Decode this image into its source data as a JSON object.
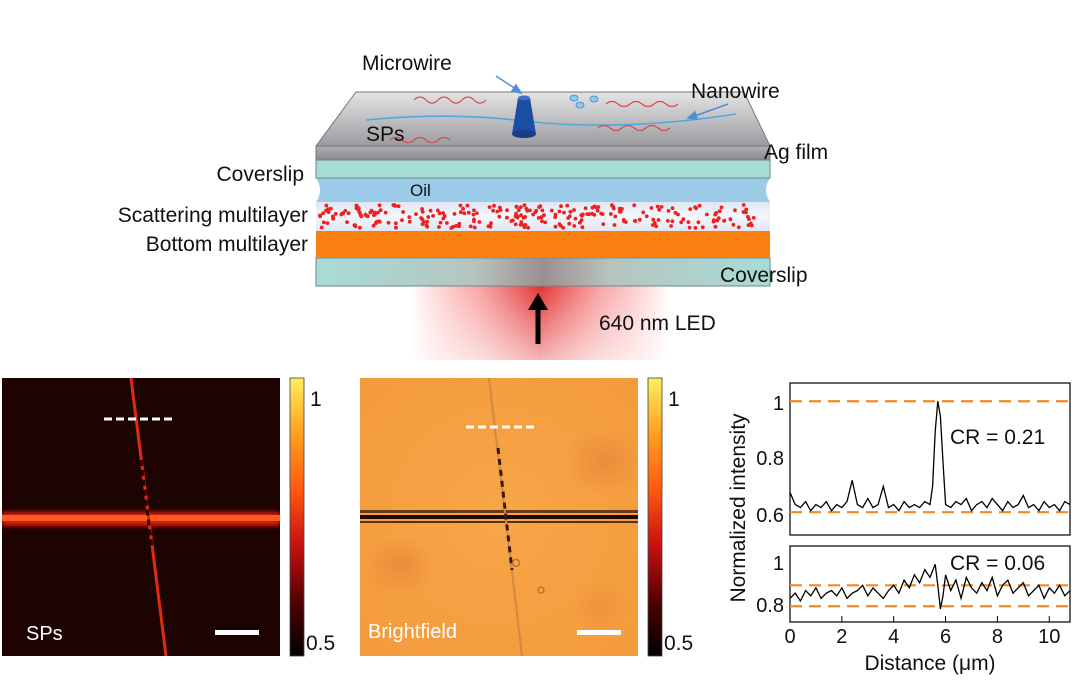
{
  "schematic": {
    "microwire_label": "Microwire",
    "nanowire_label": "Nanowire",
    "sps_label": "SPs",
    "ag_film_label": "Ag film",
    "coverslip_top_label": "Coverslip",
    "oil_label": "Oil",
    "scattering_label": "Scattering multilayer",
    "bottom_label": "Bottom multilayer",
    "coverslip_bottom_label": "Coverslip",
    "led_label": "640 nm LED",
    "colors": {
      "silver": "#b8b8ba",
      "coverslip": "#a8dcd6",
      "oil": "#9ccbe8",
      "scatter_dot": "#ee2020",
      "bottom_multilayer": "#f97f10",
      "led": "#e83030",
      "wire": "#1c4ea3"
    }
  },
  "panel_sps": {
    "label": "SPs",
    "colorbar_max": "1",
    "colorbar_min": "0.5"
  },
  "panel_brightfield": {
    "label": "Brightfield",
    "colorbar_max": "1",
    "colorbar_min": "0.5"
  },
  "plots": {
    "ylabel": "Normalized intensity",
    "xlabel": "Distance (μm)",
    "top_ticks_y": [
      "1",
      "0.8",
      "0.6"
    ],
    "bottom_ticks_y": [
      "1",
      "0.8"
    ],
    "ticks_x": [
      "0",
      "2",
      "4",
      "6",
      "8",
      "10"
    ],
    "top_annotation": "CR = 0.21",
    "bottom_annotation": "CR = 0.06"
  },
  "chart_data": [
    {
      "type": "line",
      "xlim": [
        0,
        10.8
      ],
      "ylim": [
        0.56,
        1.06
      ],
      "reference_lines": [
        1.0,
        0.635
      ],
      "x": [
        0,
        0.2,
        0.4,
        0.6,
        0.8,
        1.0,
        1.2,
        1.4,
        1.6,
        1.8,
        2.0,
        2.2,
        2.4,
        2.6,
        2.8,
        3.0,
        3.2,
        3.4,
        3.6,
        3.8,
        4.0,
        4.2,
        4.4,
        4.6,
        4.8,
        5.0,
        5.2,
        5.4,
        5.5,
        5.6,
        5.7,
        5.8,
        5.9,
        6.0,
        6.2,
        6.4,
        6.6,
        6.8,
        7.0,
        7.2,
        7.4,
        7.6,
        7.8,
        8.0,
        8.2,
        8.4,
        8.6,
        8.8,
        9.0,
        9.2,
        9.4,
        9.6,
        9.8,
        10.0,
        10.2,
        10.4,
        10.6,
        10.8
      ],
      "y": [
        0.7,
        0.66,
        0.65,
        0.67,
        0.64,
        0.66,
        0.65,
        0.67,
        0.64,
        0.66,
        0.65,
        0.67,
        0.74,
        0.66,
        0.65,
        0.68,
        0.65,
        0.66,
        0.72,
        0.65,
        0.66,
        0.64,
        0.67,
        0.65,
        0.66,
        0.65,
        0.67,
        0.66,
        0.72,
        0.9,
        1.0,
        0.95,
        0.8,
        0.66,
        0.65,
        0.67,
        0.66,
        0.68,
        0.64,
        0.66,
        0.67,
        0.65,
        0.68,
        0.66,
        0.64,
        0.67,
        0.65,
        0.66,
        0.69,
        0.65,
        0.66,
        0.64,
        0.67,
        0.65,
        0.66,
        0.64,
        0.67,
        0.66
      ]
    },
    {
      "type": "line",
      "xlim": [
        0,
        10.8
      ],
      "ylim": [
        0.78,
        1.07
      ],
      "reference_lines": [
        0.92,
        0.84
      ],
      "x": [
        0,
        0.2,
        0.4,
        0.6,
        0.8,
        1.0,
        1.2,
        1.4,
        1.6,
        1.8,
        2.0,
        2.2,
        2.4,
        2.6,
        2.8,
        3.0,
        3.2,
        3.4,
        3.6,
        3.8,
        4.0,
        4.2,
        4.4,
        4.6,
        4.8,
        5.0,
        5.2,
        5.4,
        5.6,
        5.7,
        5.8,
        5.9,
        6.0,
        6.2,
        6.4,
        6.6,
        6.8,
        7.0,
        7.2,
        7.4,
        7.6,
        7.8,
        8.0,
        8.2,
        8.4,
        8.6,
        8.8,
        9.0,
        9.2,
        9.4,
        9.6,
        9.8,
        10.0,
        10.2,
        10.4,
        10.6,
        10.8
      ],
      "y": [
        0.87,
        0.89,
        0.86,
        0.9,
        0.88,
        0.91,
        0.87,
        0.89,
        0.9,
        0.88,
        0.91,
        0.87,
        0.89,
        0.9,
        0.92,
        0.88,
        0.91,
        0.89,
        0.87,
        0.9,
        0.92,
        0.89,
        0.94,
        0.91,
        0.96,
        0.93,
        0.98,
        0.95,
        1.0,
        0.92,
        0.83,
        0.88,
        0.96,
        0.9,
        0.94,
        0.87,
        0.95,
        0.91,
        0.89,
        0.93,
        0.9,
        0.95,
        0.88,
        0.92,
        0.94,
        0.89,
        0.91,
        0.93,
        0.88,
        0.9,
        0.92,
        0.87,
        0.91,
        0.89,
        0.92,
        0.88,
        0.9
      ]
    }
  ]
}
